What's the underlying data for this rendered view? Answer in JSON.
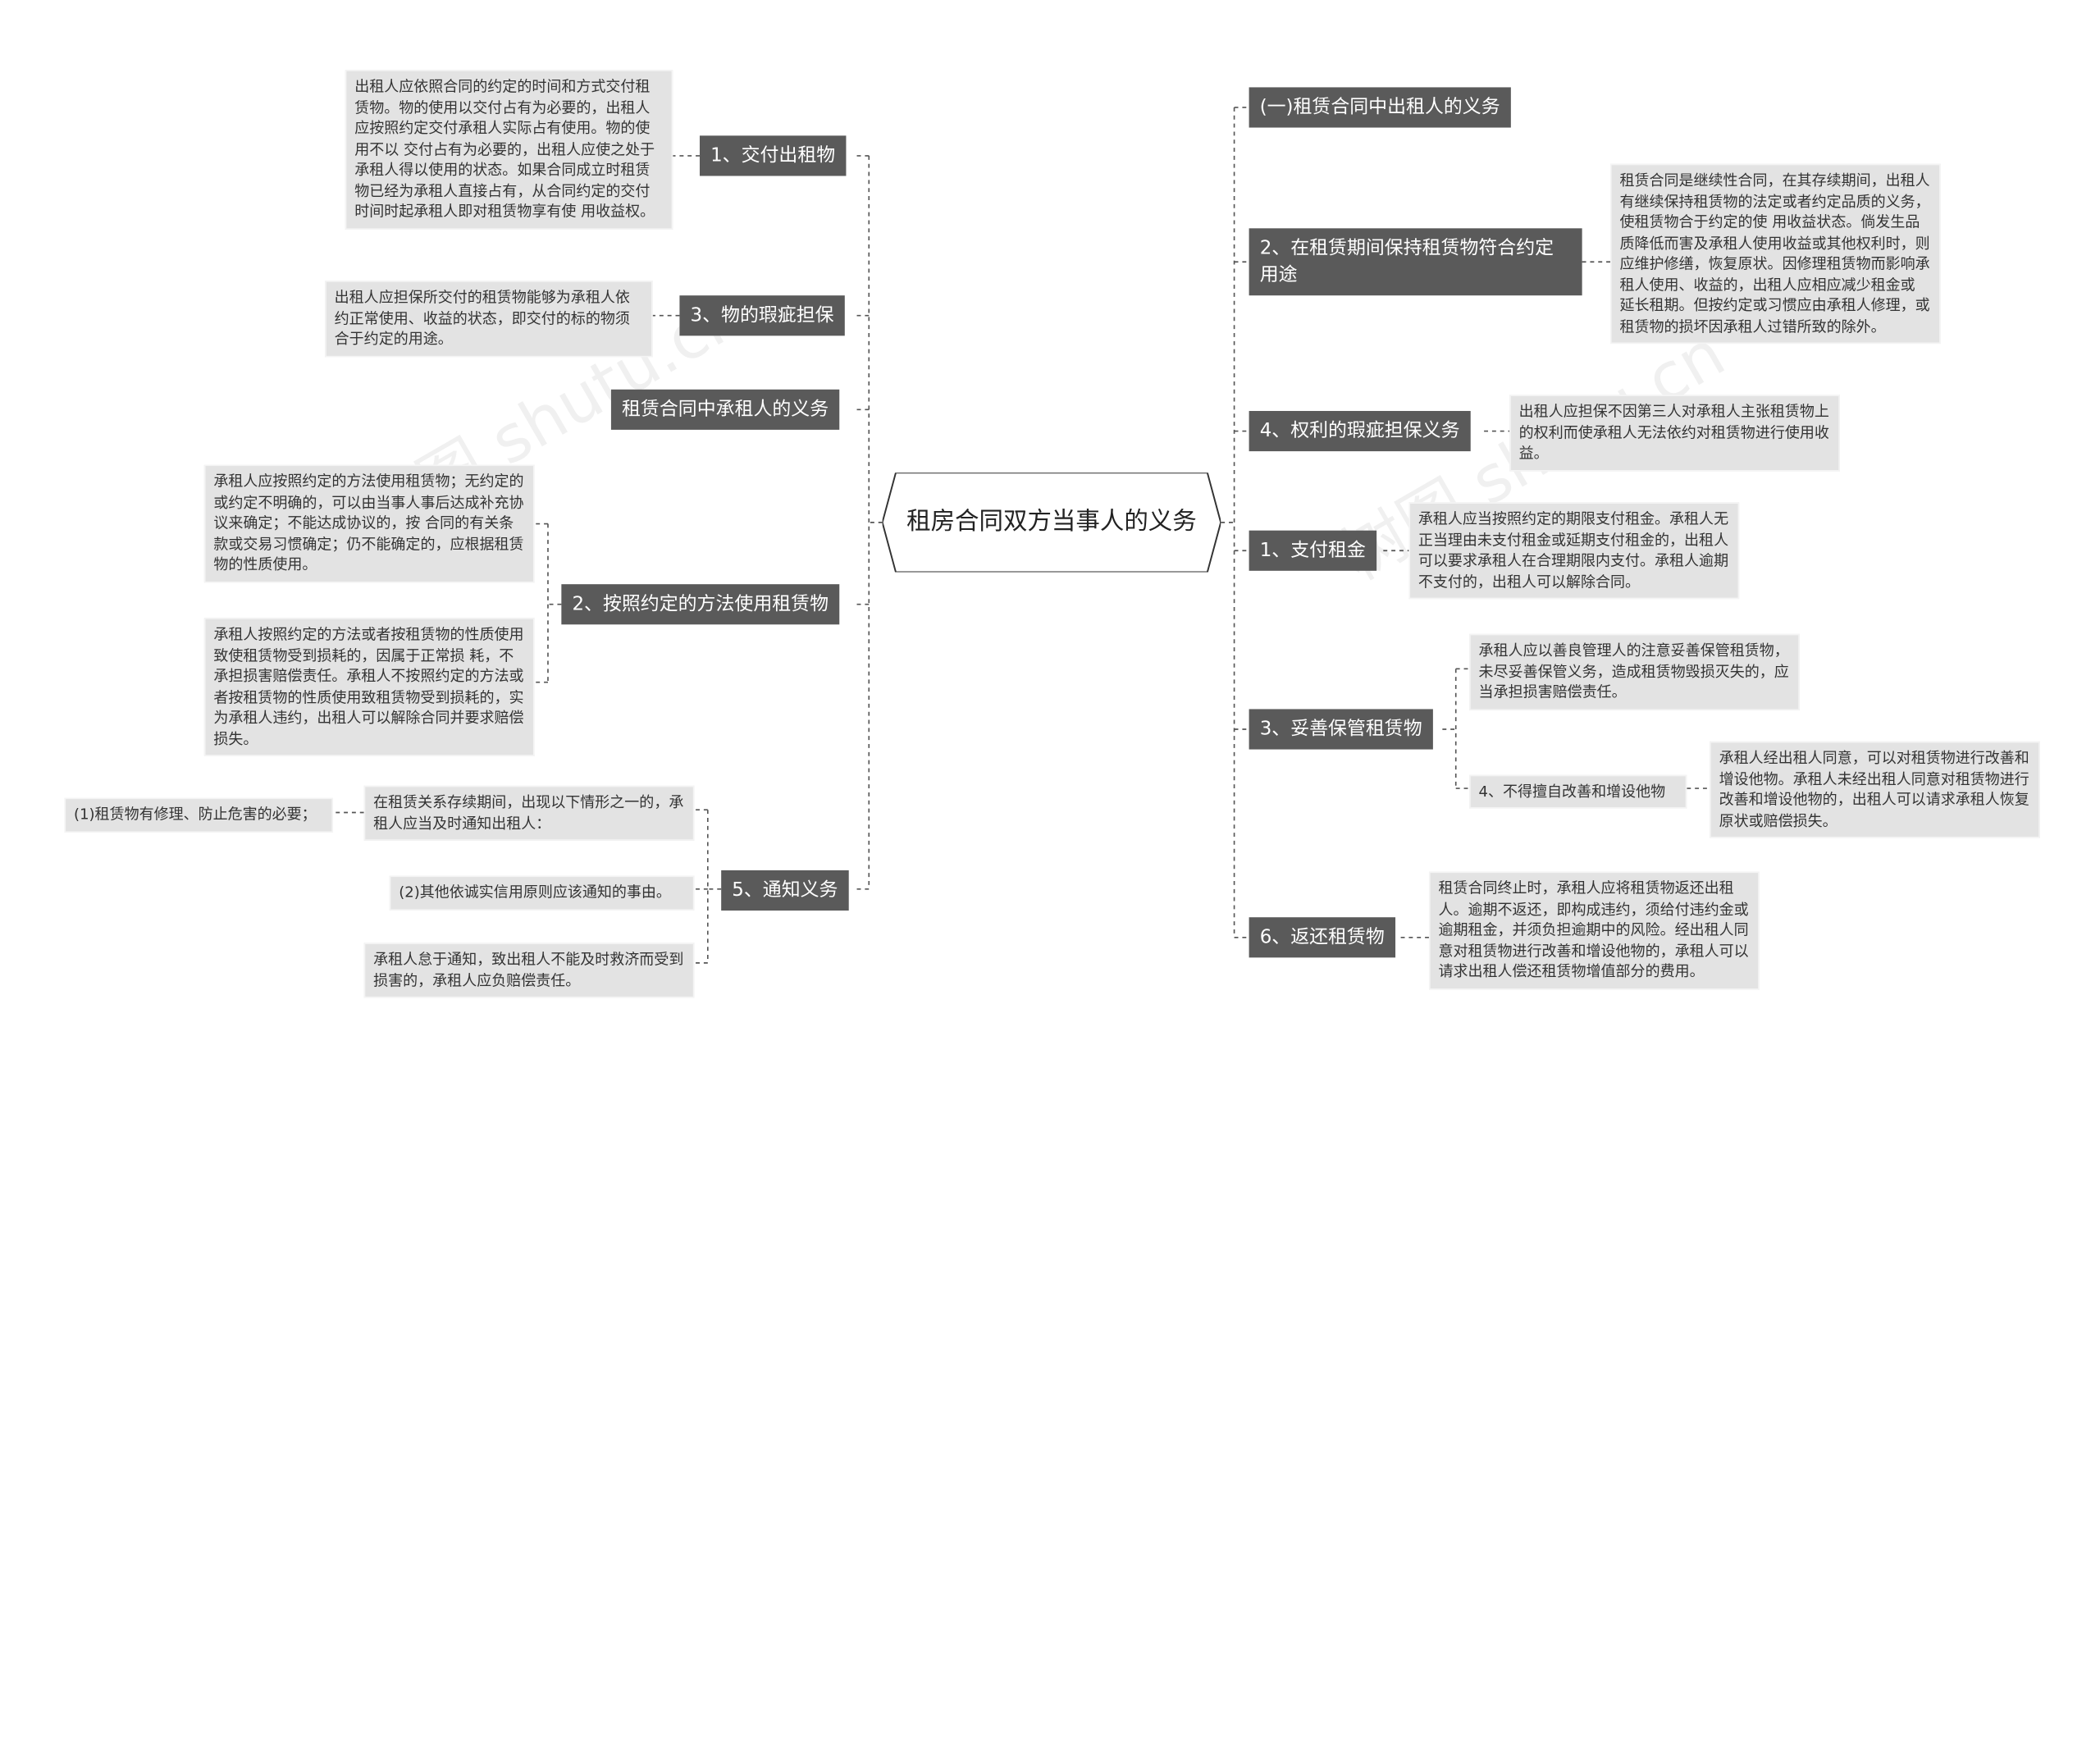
{
  "root": {
    "label": "租房合同双方当事人的义务"
  },
  "watermark": {
    "text": "树图 shutu.cn"
  },
  "left": {
    "b1": {
      "label": "1、交付出租物",
      "leaf": "出租人应依照合同的约定的时间和方式交付租赁物。物的使用以交付占有为必要的，出租人应按照约定交付承租人实际占有使用。物的使用不以 交付占有为必要的，出租人应使之处于承租人得以使用的状态。如果合同成立时租赁物已经为承租人直接占有，从合同约定的交付时间时起承租人即对租赁物享有使 用收益权。"
    },
    "b3": {
      "label": "3、物的瑕疵担保",
      "leaf": "出租人应担保所交付的租赁物能够为承租人依约正常使用、收益的状态，即交付的标的物须合于约定的用途。"
    },
    "b_lessee": {
      "label": "租赁合同中承租人的义务"
    },
    "b2": {
      "label": "2、按照约定的方法使用租赁物",
      "leaf1": "承租人应按照约定的方法使用租赁物；无约定的或约定不明确的，可以由当事人事后达成补充协议来确定；不能达成协议的，按 合同的有关条款或交易习惯确定；仍不能确定的，应根据租赁物的性质使用。",
      "leaf2": "承租人按照约定的方法或者按租赁物的性质使用致使租赁物受到损耗的，因属于正常损 耗，不承担损害赔偿责任。承租人不按照约定的方法或者按租赁物的性质使用致租赁物受到损耗的，实为承租人违约，出租人可以解除合同并要求赔偿损失。"
    },
    "b5": {
      "label": "5、通知义务",
      "leaf1": "在租赁关系存续期间，出现以下情形之一的，承租人应当及时通知出租人：",
      "leaf1_sub": "(1)租赁物有修理、防止危害的必要；",
      "leaf2": "(2)其他依诚实信用原则应该通知的事由。",
      "leaf3": "承租人怠于通知，致出租人不能及时救济而受到损害的，承租人应负赔偿责任。"
    }
  },
  "right": {
    "r0": {
      "label": "(一)租赁合同中出租人的义务"
    },
    "r2": {
      "label": "2、在租赁期间保持租赁物符合约定用途",
      "leaf": "租赁合同是继续性合同，在其存续期间，出租人有继续保持租赁物的法定或者约定品质的义务，使租赁物合于约定的使 用收益状态。倘发生品质降低而害及承租人使用收益或其他权利时，则应维护修缮，恢复原状。因修理租赁物而影响承租人使用、收益的，出租人应相应减少租金或 延长租期。但按约定或习惯应由承租人修理，或租赁物的损坏因承租人过错所致的除外。"
    },
    "r4": {
      "label": "4、权利的瑕疵担保义务",
      "leaf": "出租人应担保不因第三人对承租人主张租赁物上的权利而使承租人无法依约对租赁物进行使用收益。"
    },
    "r1": {
      "label": "1、支付租金",
      "leaf": "承租人应当按照约定的期限支付租金。承租人无正当理由未支付租金或延期支付租金的，出租人可以要求承租人在合理期限内支付。承租人逾期不支付的，出租人可以解除合同。"
    },
    "r3": {
      "label": "3、妥善保管租赁物",
      "leaf": "承租人应以善良管理人的注意妥善保管租赁物，未尽妥善保管义务，造成租赁物毁损灭失的，应当承担损害赔偿责任。",
      "sub": {
        "label": "4、不得擅自改善和增设他物",
        "leaf": "承租人经出租人同意，可以对租赁物进行改善和增设他物。承租人未经出租人同意对租赁物进行改善和增设他物的，出租人可以请求承租人恢复原状或赔偿损失。"
      }
    },
    "r6": {
      "label": "6、返还租赁物",
      "leaf": "租赁合同终止时，承租人应将租赁物返还出租人。逾期不返还，即构成违约，须给付违约金或逾期租金，并须负担逾期中的风险。经出租人同意对租赁物进行改善和增设他物的，承租人可以请求出租人偿还租赁物增值部分的费用。"
    }
  }
}
